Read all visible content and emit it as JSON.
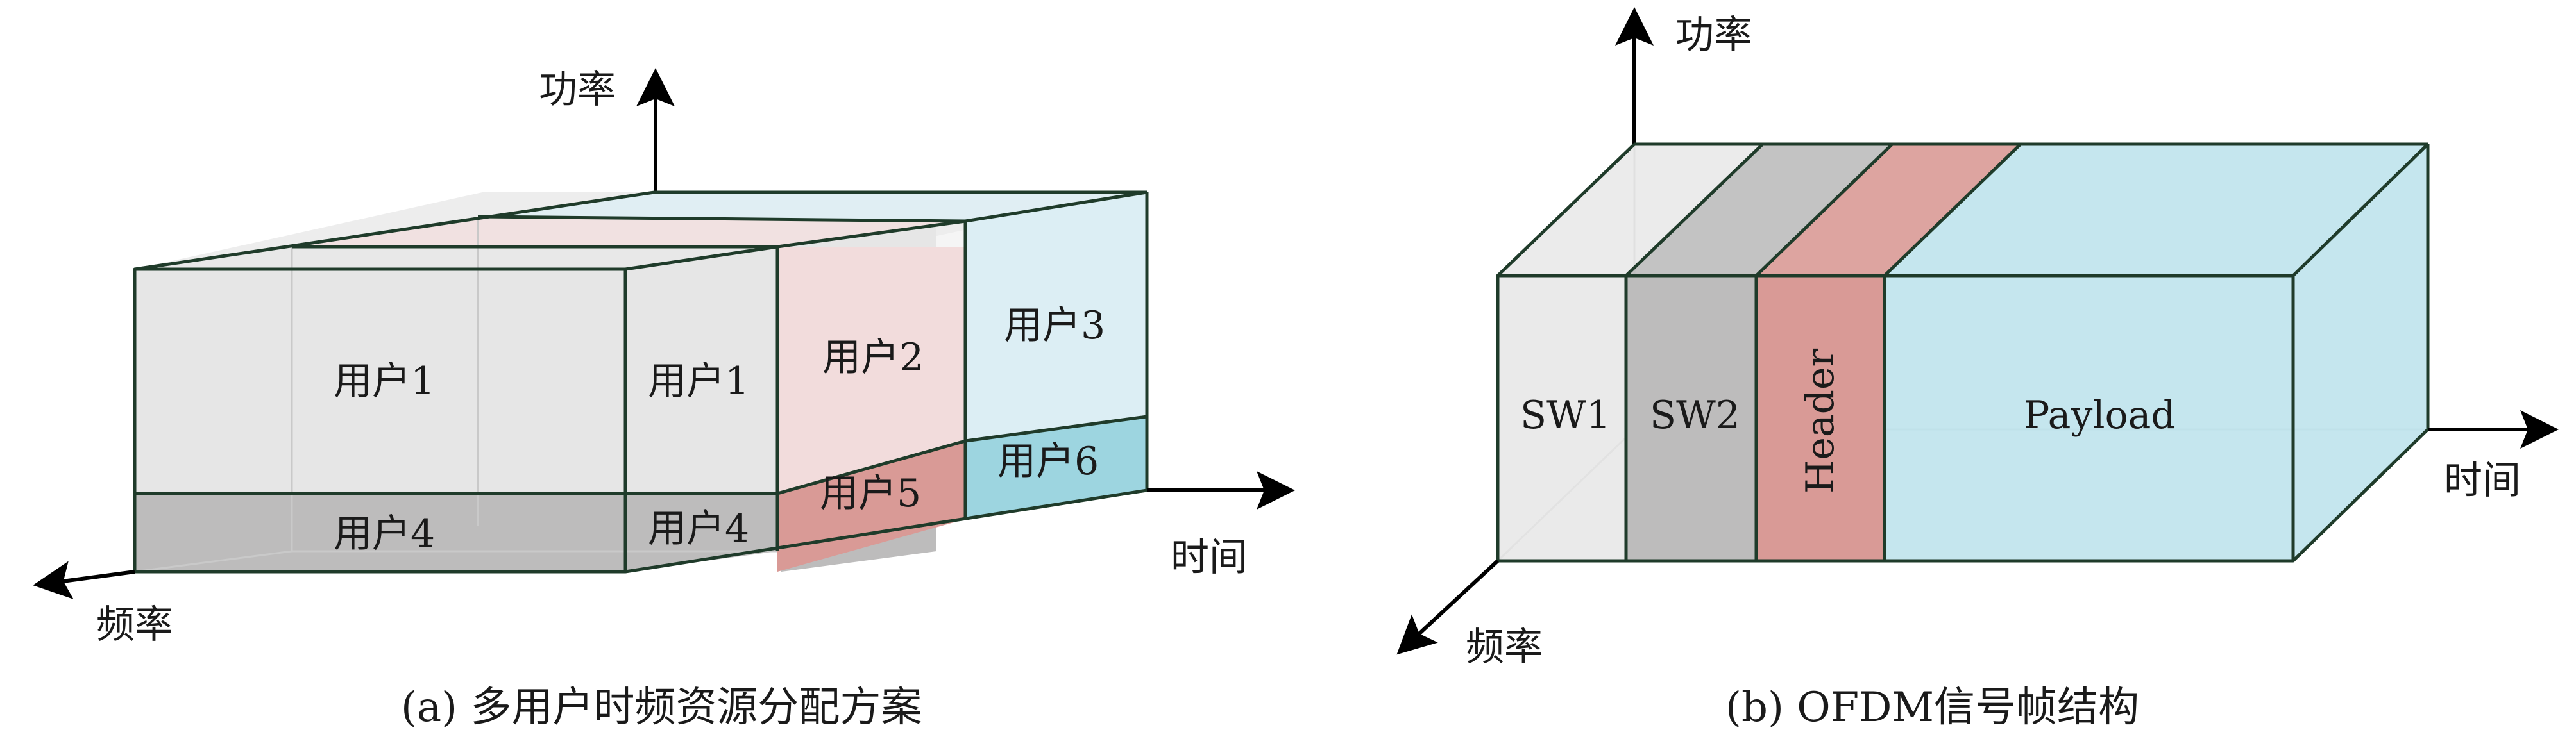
{
  "left_diagram": {
    "axis_power": "功率",
    "axis_time": "时间",
    "axis_freq": "频率",
    "blocks": {
      "u1_front": "用户1",
      "u1_back": "用户1",
      "u2": "用户2",
      "u3": "用户3",
      "u4_front": "用户4",
      "u4_back": "用户4",
      "u5": "用户5",
      "u6": "用户6"
    },
    "caption": "(a) 多用户时频资源分配方案"
  },
  "right_diagram": {
    "axis_power": "功率",
    "axis_time": "时间",
    "axis_freq": "频率",
    "segments": {
      "sw1": "SW1",
      "sw2": "SW2",
      "header": "Header",
      "payload": "Payload"
    },
    "caption": "(b) OFDM信号帧结构"
  },
  "colors": {
    "light_gray": "#e6e6e6",
    "mid_gray": "#bdbcbc",
    "light_red": "#f2dcdc",
    "red": "#d99a96",
    "light_cyan": "#dceef4",
    "cyan": "#9dd5e0",
    "payload_cyan": "#bfe3ec",
    "edge": "#1f3b2a"
  }
}
